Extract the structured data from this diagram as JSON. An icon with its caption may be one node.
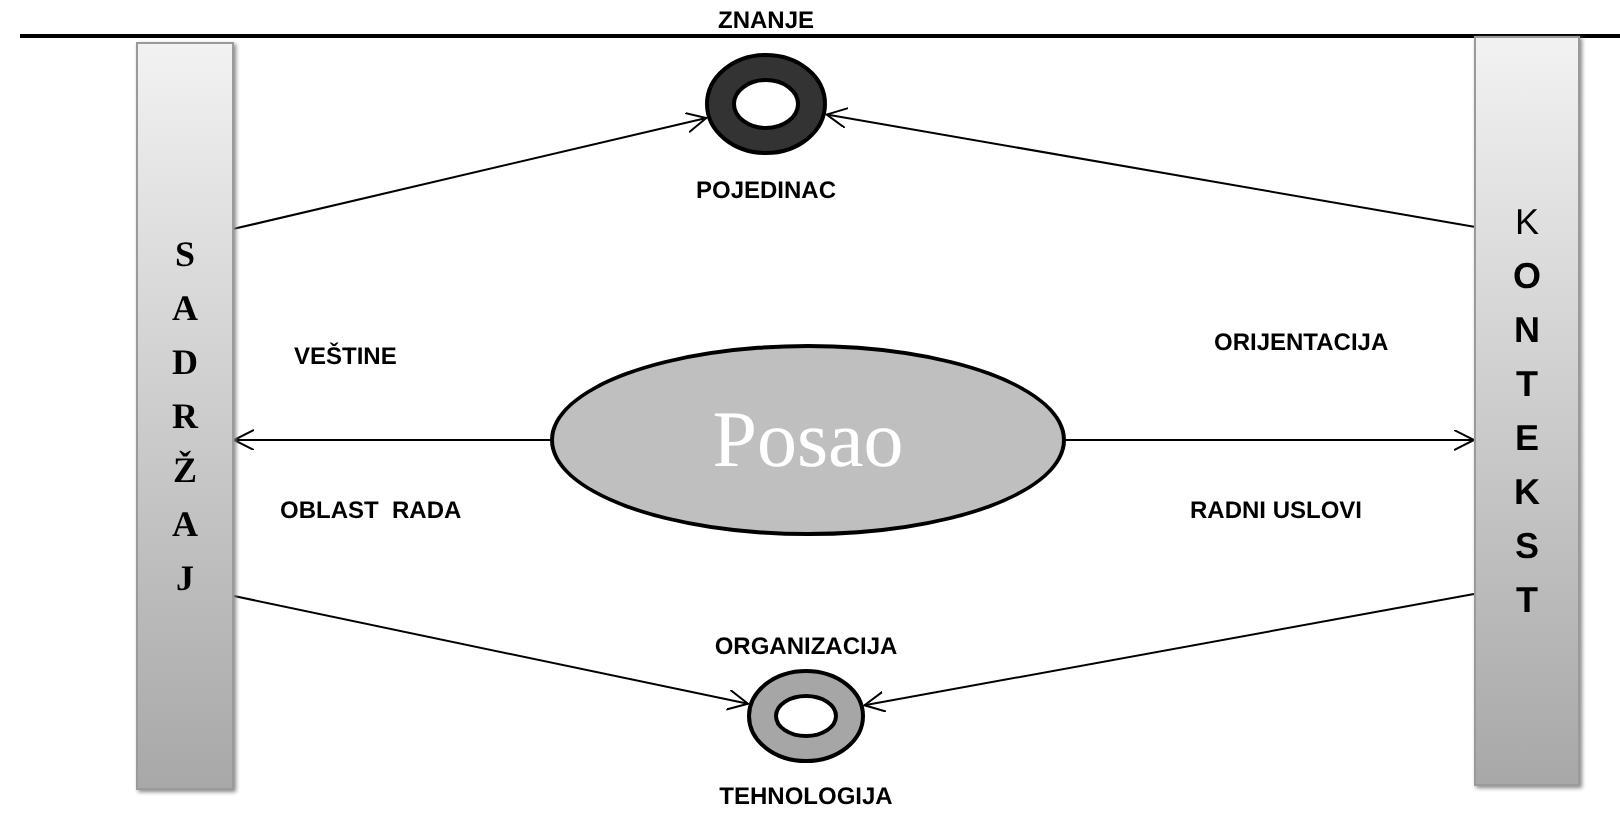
{
  "diagram": {
    "nodes": [
      {
        "text": [
          "SADRŽAJ"
        ]
      },
      {
        "text": [
          "K**ONTEKST**"
        ]
      },
      {
        "text": [
          "Posao"
        ]
      },
      {
        "text": [],
        "shape": "circle",
        "beside": [
          "ZNANJE",
          "POJEDINAC"
        ]
      },
      {
        "text": [],
        "shape": "circle",
        "beside": [
          "ORGANIZACIJA",
          "TEHNOLOGIJA"
        ]
      }
    ],
    "edges": [
      {
        "from": 0,
        "to": 3,
        "arrow": "to"
      },
      {
        "from": 1,
        "to": 3,
        "arrow": "to"
      },
      {
        "from": 2,
        "to": 0,
        "arrow": "to"
      },
      {
        "from": 2,
        "to": 1,
        "arrow": "to"
      },
      {
        "from": 0,
        "to": 4,
        "arrow": "to"
      },
      {
        "from": 1,
        "to": 4,
        "arrow": "to"
      }
    ],
    "labels": [
      "VEŠTINE",
      "ORIJENTACIJA",
      "OBLAST  RADA",
      "RADNI USLOVI"
    ]
  }
}
